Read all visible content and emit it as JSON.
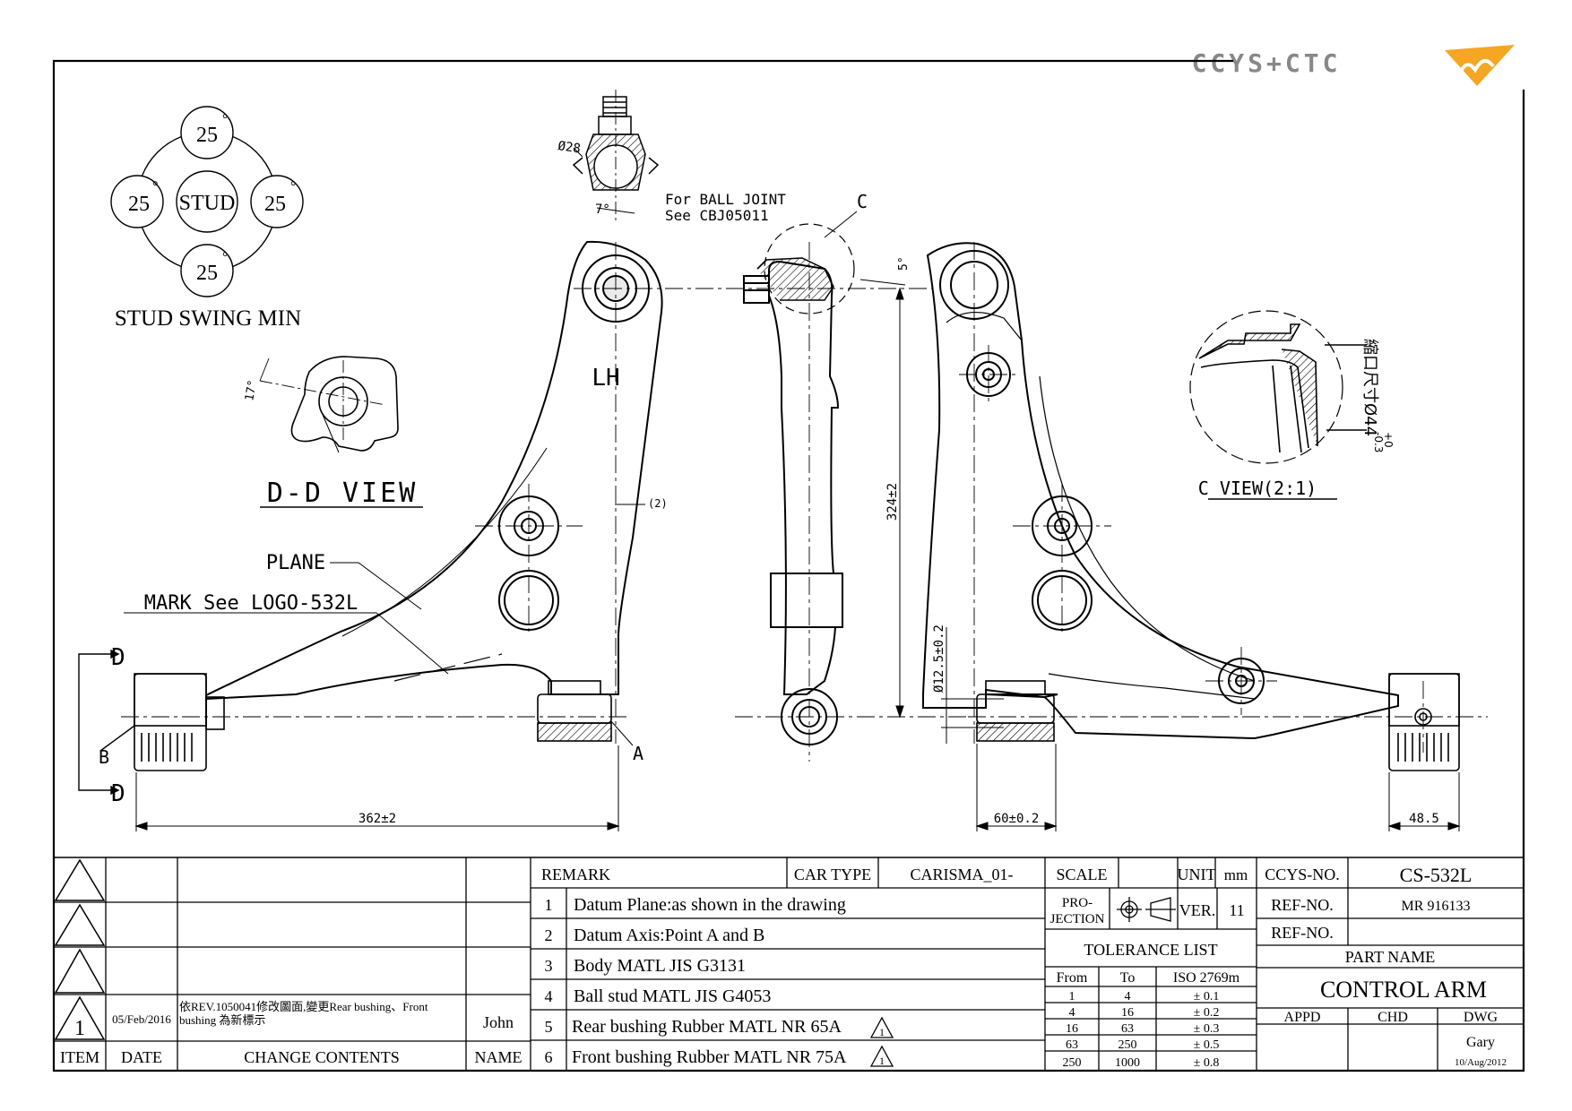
{
  "header": {
    "logo_text": "CCYS+CTC"
  },
  "stud_swing": {
    "center_label": "STUD",
    "angles": [
      "25",
      "25",
      "25",
      "25"
    ],
    "degree_symbol": "°",
    "caption": "STUD SWING MIN"
  },
  "views": {
    "dd_view_label": "D-D VIEW",
    "c_view_label": "C VIEW(2:1)",
    "lh_label": "LH",
    "section_d": "D",
    "point_a": "A",
    "point_b": "B",
    "point_c": "C",
    "plane_label": "PLANE",
    "mark_label": "MARK See LOGO-532L",
    "ball_joint_note_1": "For BALL JOINT",
    "ball_joint_note_2": "See CBJ05011",
    "c_view_dim_main": "縮口尺寸Ø44",
    "c_view_tol_plus": "+0",
    "c_view_tol_minus": "-0.3"
  },
  "dimensions": {
    "dia_28": "Ø28",
    "angle_7": "7°",
    "angle_17": "17°",
    "angle_5": "5°",
    "ref_2": "(2)",
    "len_362": "362±2",
    "len_324": "324±2",
    "dia_12_5": "Ø12.5±0.2",
    "len_60": "60±0.2",
    "len_48_5": "48.5"
  },
  "revision_table": {
    "headers": {
      "item": "ITEM",
      "date": "DATE",
      "change": "CHANGE CONTENTS",
      "name": "NAME"
    },
    "rows": [
      {
        "item": "1",
        "date": "05/Feb/2016",
        "change": "依REV.1050041修改圖面,變更Rear bushing、Front bushing 為新標示",
        "name": "John"
      }
    ]
  },
  "remarks": {
    "header": "REMARK",
    "car_type_label": "CAR TYPE",
    "car_type": "CARISMA_01-",
    "items": [
      {
        "no": "1",
        "text": "Datum Plane:as shown in the drawing",
        "warn": false
      },
      {
        "no": "2",
        "text": "Datum Axis:Point A and B",
        "warn": false
      },
      {
        "no": "3",
        "text": "Body MATL JIS G3131",
        "warn": false
      },
      {
        "no": "4",
        "text": "Ball stud MATL JIS G4053",
        "warn": false
      },
      {
        "no": "5",
        "text": "Rear bushing Rubber MATL NR 65A",
        "warn": true
      },
      {
        "no": "6",
        "text": "Front bushing Rubber MATL NR 75A",
        "warn": true
      }
    ],
    "warn_number": "1"
  },
  "scale_block": {
    "scale_label": "SCALE",
    "unit_label": "UNIT",
    "unit": "mm",
    "projection_label_1": "PRO-",
    "projection_label_2": "JECTION",
    "ver_label": "VER.",
    "ver": "11"
  },
  "tolerance": {
    "title": "TOLERANCE LIST",
    "headers": [
      "From",
      "To",
      "ISO 2769m"
    ],
    "rows": [
      [
        "1",
        "4",
        "± 0.1"
      ],
      [
        "4",
        "16",
        "± 0.2"
      ],
      [
        "16",
        "63",
        "± 0.3"
      ],
      [
        "63",
        "250",
        "± 0.5"
      ],
      [
        "250",
        "1000",
        "± 0.8"
      ]
    ]
  },
  "title_block": {
    "ccys_no_label": "CCYS-NO.",
    "ccys_no": "CS-532L",
    "ref_no_label": "REF-NO.",
    "ref_no": "MR 916133",
    "ref_no_2_label": "REF-NO.",
    "ref_no_2": "",
    "part_name_label": "PART NAME",
    "part_name": "CONTROL ARM",
    "appd_label": "APPD",
    "chd_label": "CHD",
    "dwg_label": "DWG",
    "dwg_name": "Gary",
    "dwg_date": "10/Aug/2012"
  }
}
